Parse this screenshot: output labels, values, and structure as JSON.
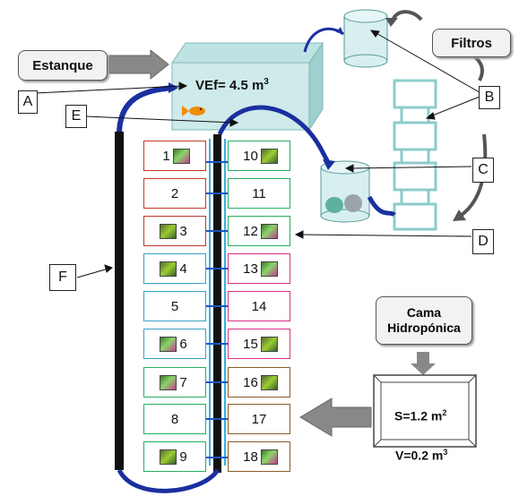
{
  "inputs": {
    "estanque": "Estanque",
    "filtros": "Filtros"
  },
  "tank": {
    "label": "VEf= 4.5 m",
    "sup": "3"
  },
  "letters": {
    "A": "A",
    "B": "B",
    "C": "C",
    "D": "D",
    "E": "E",
    "F": "F"
  },
  "left_column": [
    {
      "num": "1",
      "color": "#c0392b"
    },
    {
      "num": "2",
      "color": "#c0392b"
    },
    {
      "num": "3",
      "color": "#c0392b"
    },
    {
      "num": "4",
      "color": "#3aa0c8"
    },
    {
      "num": "5",
      "color": "#3aa0c8"
    },
    {
      "num": "6",
      "color": "#3aa0c8"
    },
    {
      "num": "7",
      "color": "#27ae60"
    },
    {
      "num": "8",
      "color": "#27ae60"
    },
    {
      "num": "9",
      "color": "#27ae60"
    }
  ],
  "right_column": [
    {
      "num": "10",
      "color": "#27ae60"
    },
    {
      "num": "11",
      "color": "#27ae60"
    },
    {
      "num": "12",
      "color": "#27ae60"
    },
    {
      "num": "13",
      "color": "#d63384"
    },
    {
      "num": "14",
      "color": "#d63384"
    },
    {
      "num": "15",
      "color": "#d63384"
    },
    {
      "num": "16",
      "color": "#8b5a2b"
    },
    {
      "num": "17",
      "color": "#8b5a2b"
    },
    {
      "num": "18",
      "color": "#8b5a2b"
    }
  ],
  "cama": {
    "title_line1": "Cama",
    "title_line2": "Hidropónica",
    "surface": "S=1.2 m",
    "surface_sup": "2",
    "volume": "V=0.2 m",
    "volume_sup": "3"
  }
}
